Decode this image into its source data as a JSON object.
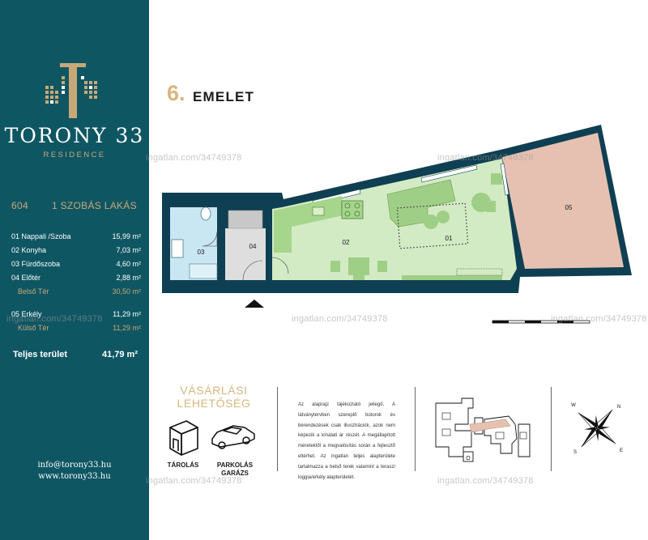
{
  "colors": {
    "sidebar_bg": "#0f5663",
    "gold": "#c9a877",
    "living_green": "#d3ebc4",
    "furniture_green": "#9fcf86",
    "bathroom_blue": "#c9e7f2",
    "hall_grey": "#dedede",
    "balcony_pink": "#e6c1b1",
    "wall_navy": "#0f3f52"
  },
  "brand": {
    "name": "TORONY 33",
    "subtitle": "RESIDENCE",
    "logo_icon": "tower-logo-icon"
  },
  "unit": {
    "number": "604",
    "type": "1 SZOBÁS LAKÁS"
  },
  "rooms": [
    {
      "name": "01 Nappali /Szoba",
      "area": "15,99 m²"
    },
    {
      "name": "02 Konyha",
      "area": "7,03 m²"
    },
    {
      "name": "03 Fürdőszoba",
      "area": "4,60 m²"
    },
    {
      "name": "04 Előtér",
      "area": "2,88 m²"
    }
  ],
  "inner_total": {
    "name": "Belső Tér",
    "area": "30,50 m²"
  },
  "balcony": {
    "name": "05 Erkély",
    "area": "11,29 m²"
  },
  "outer_total": {
    "name": "Külső Tér",
    "area": "11,29 m²"
  },
  "total": {
    "name": "Teljes terület",
    "area": "41,79 m²"
  },
  "contact": {
    "email": "info@torony33.hu",
    "web": "www.torony33.hu"
  },
  "floor": {
    "number": "6.",
    "label": "EMELET"
  },
  "plan_labels": {
    "room_01": "01",
    "room_02": "02",
    "room_03": "03",
    "room_04": "04",
    "room_05": "05"
  },
  "purchase": {
    "title_line1": "VÁSÁRLÁSI",
    "title_line2": "LEHETŐSÉG",
    "storage_label": "TÁROLÁS",
    "parking_label_line1": "PARKOLÁS",
    "parking_label_line2": "GARÁZS",
    "storage_icon": "storage-box-icon",
    "parking_icon": "car-icon"
  },
  "disclaimer": "Az alaprajz tájékoztató jellegű. A látványtervben szereplő bútorok és berendezések csak illusztrációk, azok nem képezik a kínálati ár részét. A megállapított méretektől a megvalósítás során a fejlesztő eltérhet. Az ingatlan teljes alapterülete tartalmazza a belső terek valamint a terasz/ loggia/erkély alapterületét.",
  "minimap": {
    "marker": "O"
  },
  "compass": {
    "n": "N",
    "s": "S",
    "e": "E",
    "w": "W",
    "icon": "compass-rose-icon"
  },
  "watermark": "ingatlan.com/34749378"
}
